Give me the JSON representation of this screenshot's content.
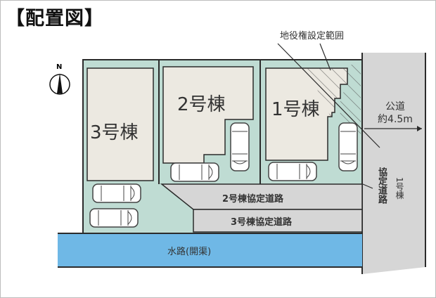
{
  "title": "【配置図】",
  "compass": {
    "label": "N",
    "icon": "north-arrow-icon"
  },
  "annotations": {
    "easement": "地役権設定範囲",
    "public_road_line1": "公道",
    "public_road_line2": "約4.5m",
    "road1_agreement": "協定道路",
    "road1_owner": "1号棟",
    "road2_agreement": "2号棟協定道路",
    "road3_agreement": "3号棟協定道路",
    "waterway": "水路(開渠)"
  },
  "buildings": [
    {
      "id": "3",
      "label": "3号棟"
    },
    {
      "id": "2",
      "label": "2号棟"
    },
    {
      "id": "1",
      "label": "1号棟"
    }
  ],
  "colors": {
    "lot_green": "#bfdcd3",
    "building_fill": "#ece9e1",
    "road_gray": "#d6d6d6",
    "water_blue": "#6fb8e6",
    "line": "#2b2b2b"
  }
}
